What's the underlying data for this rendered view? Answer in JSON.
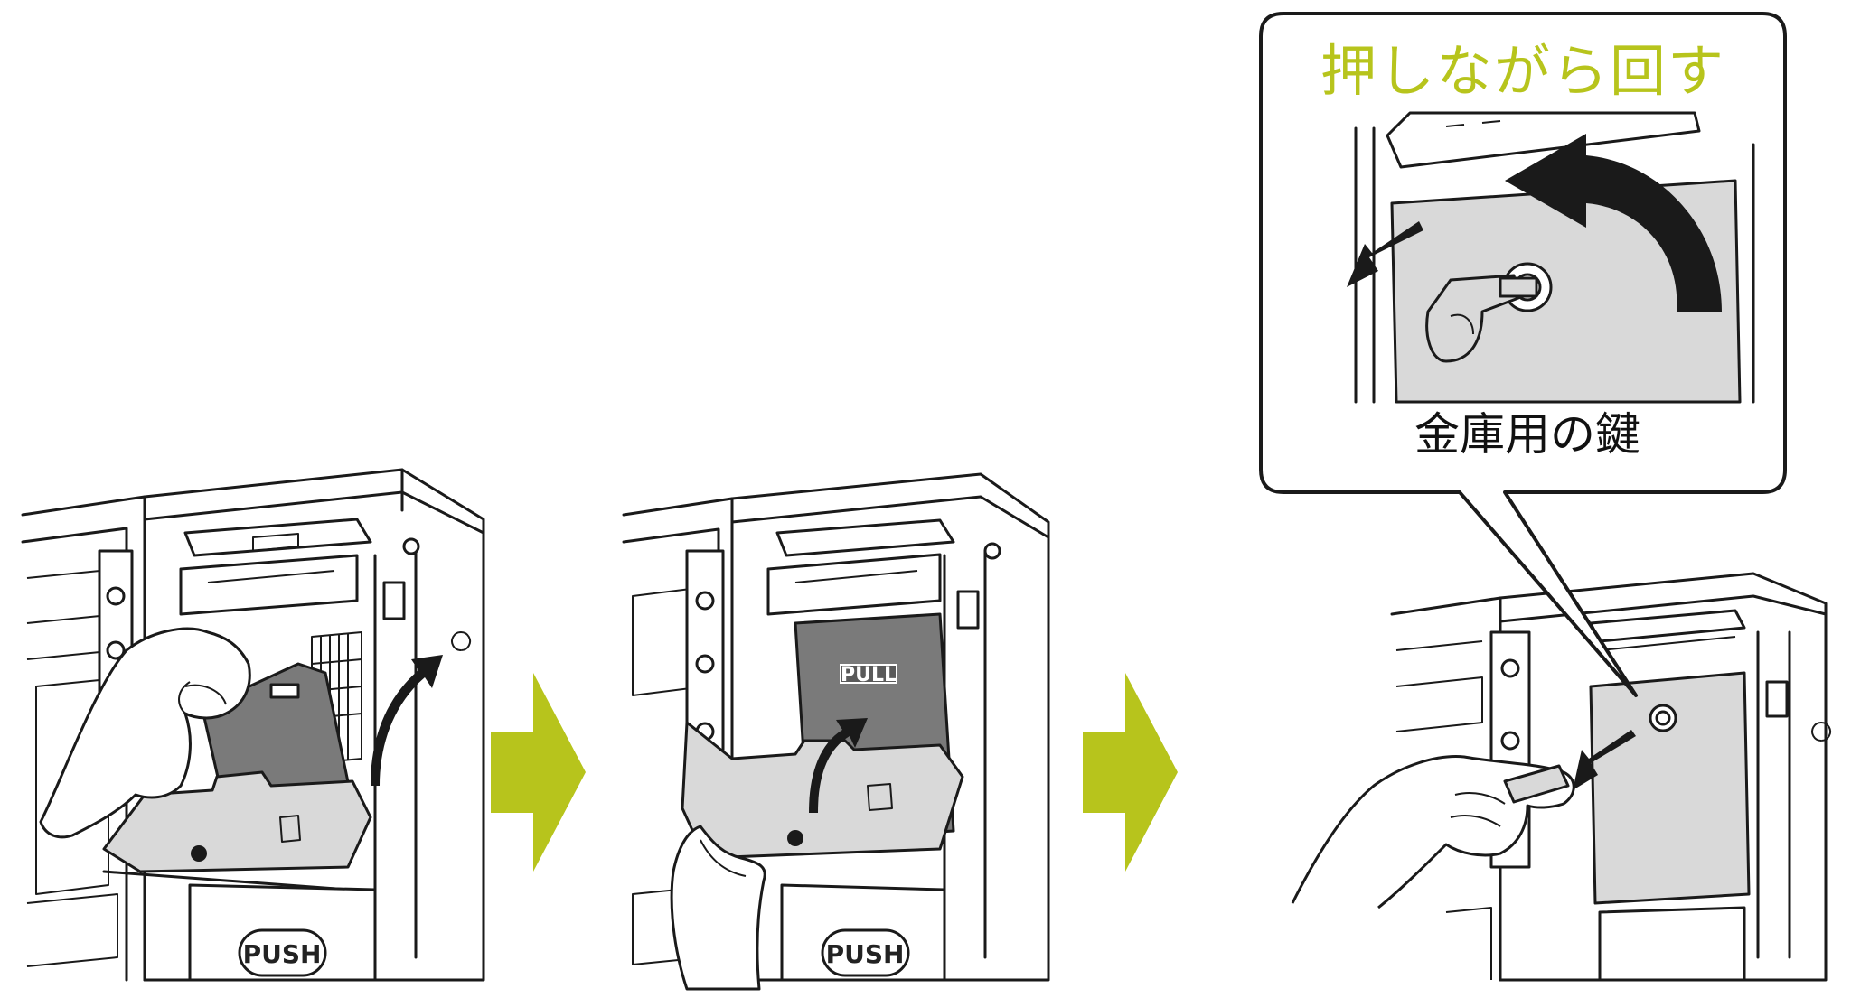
{
  "callout": {
    "title": "押しながら回す",
    "caption": "金庫用の鍵"
  },
  "panels": [
    {
      "push_label": "PUSH"
    },
    {
      "pull_label": "PULL",
      "push_label": "PUSH"
    }
  ],
  "colors": {
    "accent": "#b7c41c",
    "ink": "#1a1a1a",
    "panel_gray": "#d9d9d9",
    "flap_gray": "#7a7a7a"
  },
  "icons": [
    "arrow-right-icon",
    "arrow-right-icon",
    "curved-arrow-icon",
    "push-arrow-icon"
  ]
}
